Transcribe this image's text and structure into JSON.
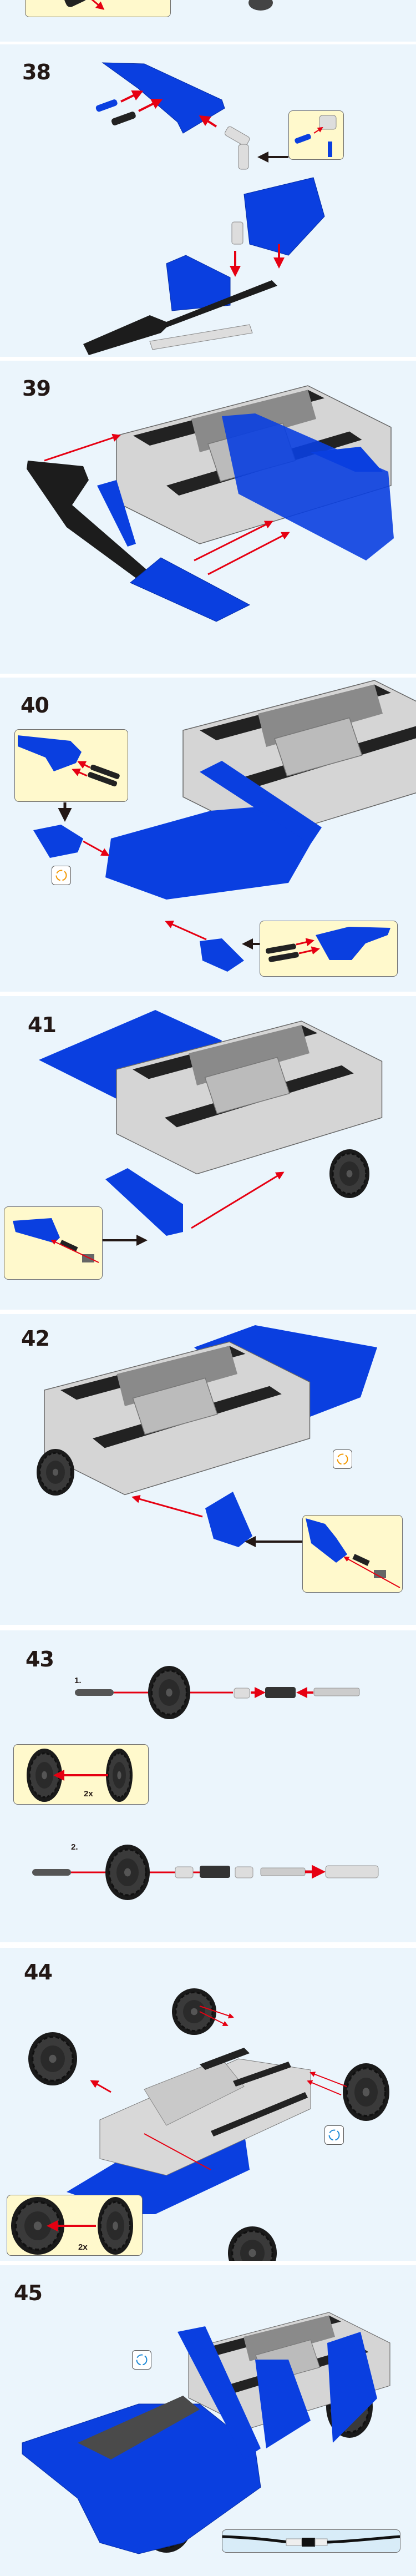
{
  "colors": {
    "panel_bg": "#ebf5fc",
    "inset_bg": "#fff9cc",
    "brick_blue": "#0a3fe0",
    "arrow_red": "#e60012",
    "rotate_orange": "#f39800",
    "rotate_blue": "#1e8ad6"
  },
  "steps": [
    {
      "number": "38"
    },
    {
      "number": "39"
    },
    {
      "number": "40",
      "icons": [
        "rotate-model-icon"
      ]
    },
    {
      "number": "41"
    },
    {
      "number": "42",
      "icons": [
        "rotate-model-icon"
      ]
    },
    {
      "number": "43",
      "substeps": [
        "1.",
        "2."
      ],
      "inset_quantity": "2x"
    },
    {
      "number": "44",
      "inset_quantity": "2x",
      "icons": [
        "rotate-model-icon"
      ]
    },
    {
      "number": "45",
      "icons": [
        "rotate-model-icon",
        "cable-connection-icon"
      ]
    }
  ]
}
